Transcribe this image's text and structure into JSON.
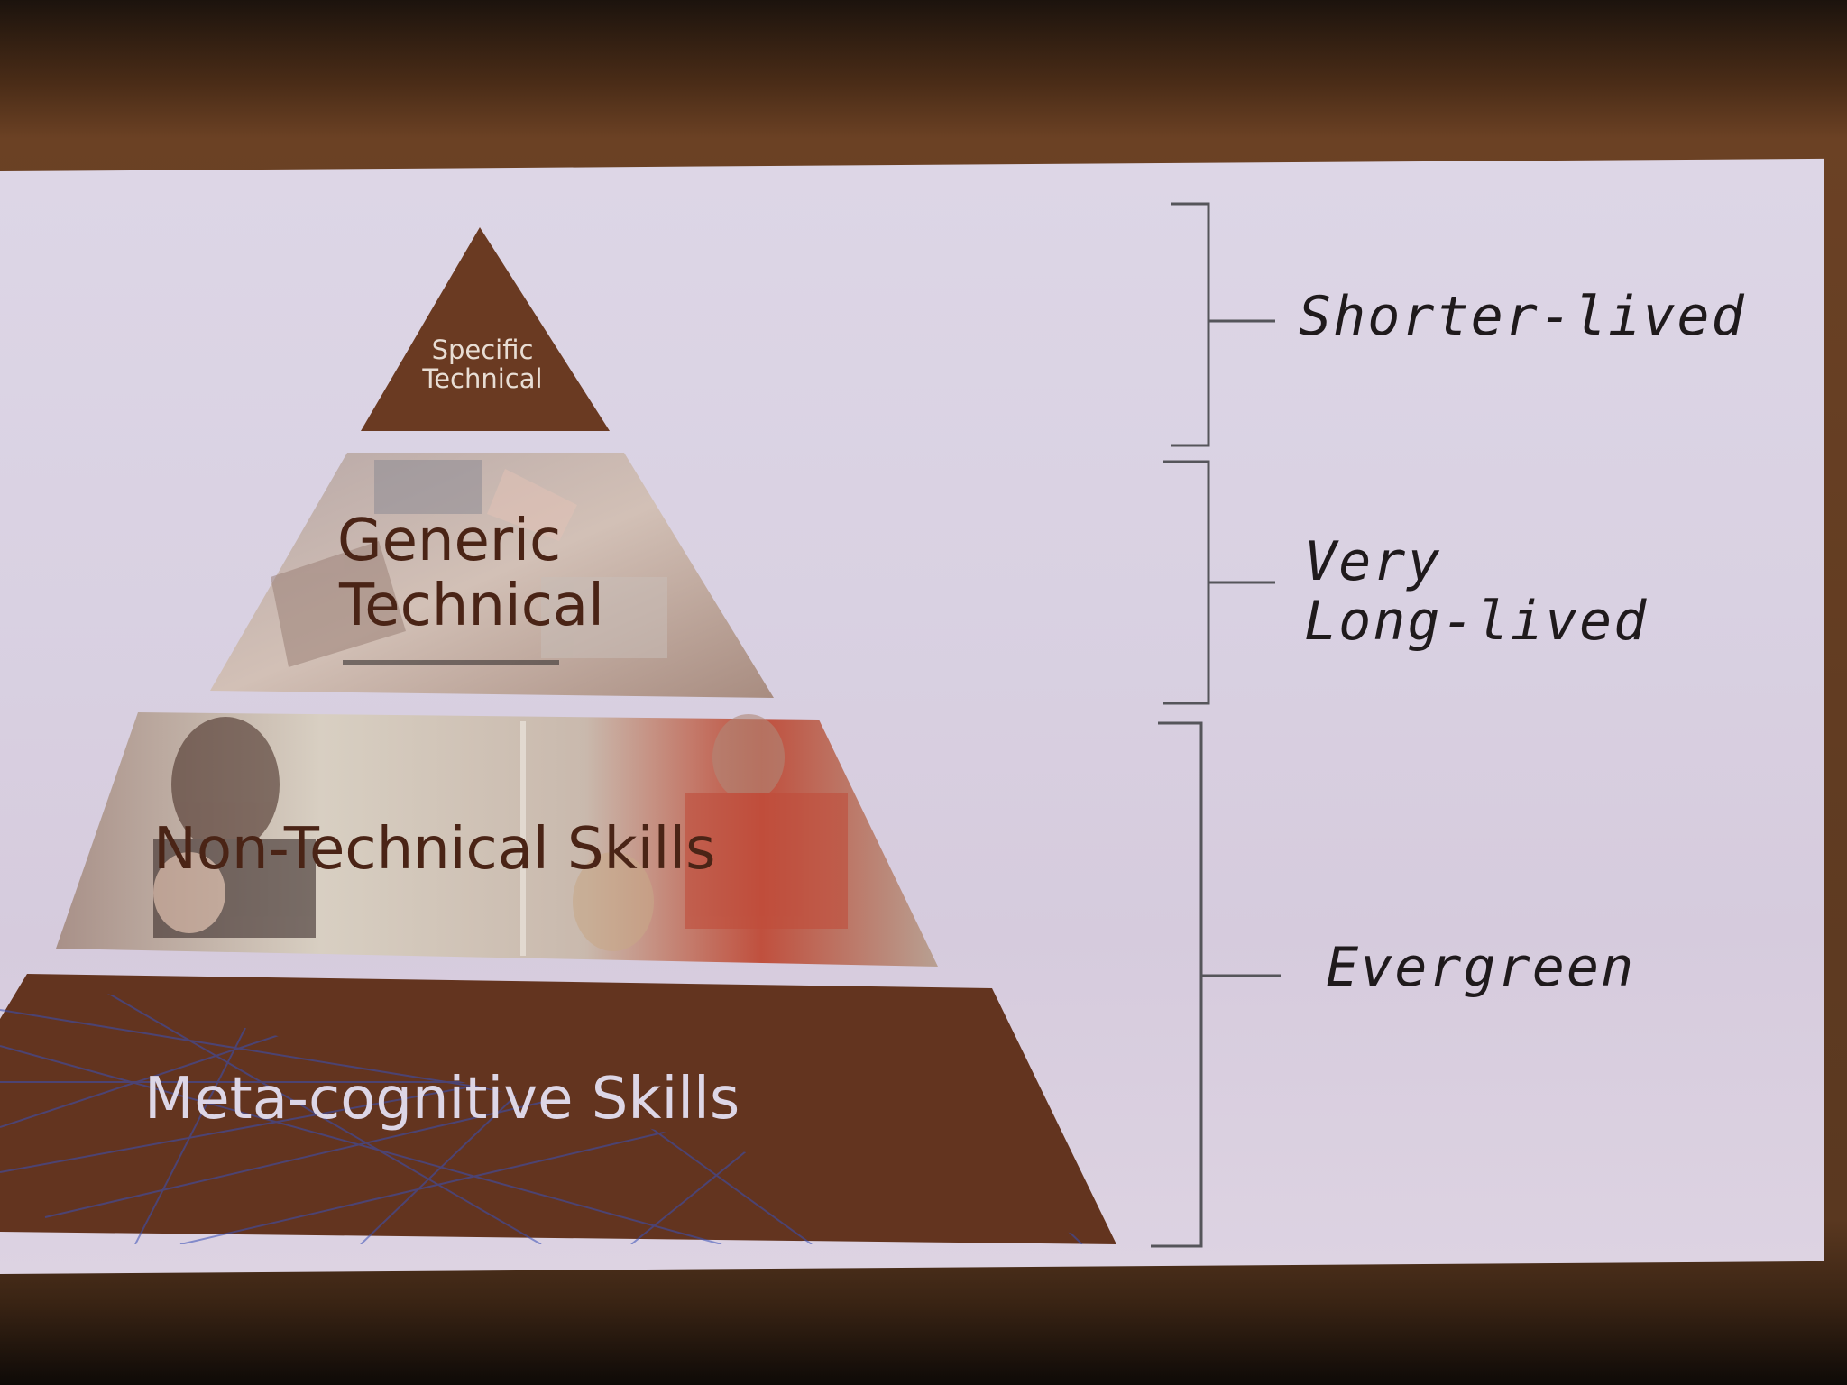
{
  "tiers": [
    {
      "label": "Specific Technical",
      "line1": "Specific",
      "line2": "Technical",
      "fill": "#6a3a22",
      "text_color": "#e8ddd4"
    },
    {
      "label": "Generic Technical",
      "line1": "Generic",
      "line2": "Technical",
      "fill": "#b89a8a",
      "text_color": "#4a2416"
    },
    {
      "label": "Non-Technical Skills",
      "fill": "#c4a394",
      "text_color": "#4a2416"
    },
    {
      "label": "Meta-cognitive Skills",
      "fill": "#63341f",
      "text_color": "#ddd6e6"
    }
  ],
  "annotations": [
    {
      "text": "Shorter-lived"
    },
    {
      "line1": "Very",
      "line2": "Long-lived"
    },
    {
      "text": "Evergreen"
    }
  ],
  "colors": {
    "slide_background": "#dad3e3",
    "screen_frame": "#5a3820",
    "bracket": "#55555a",
    "network_lines": "#3a50b8"
  }
}
